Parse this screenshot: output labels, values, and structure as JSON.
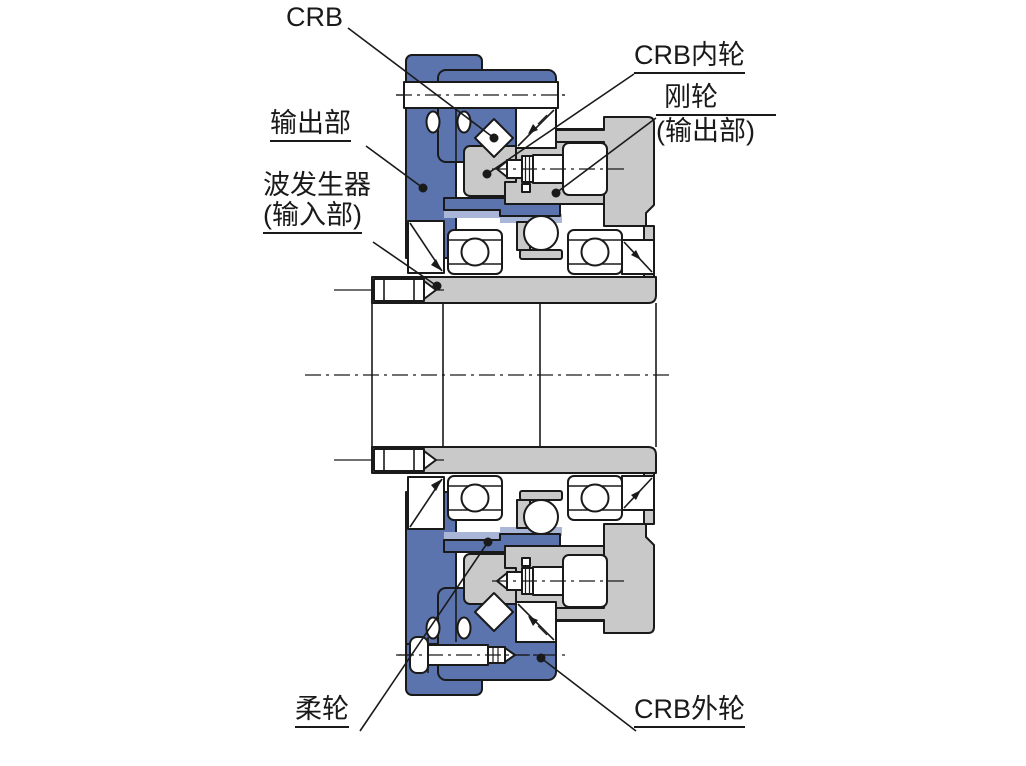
{
  "diagram": {
    "type": "mechanical-cross-section",
    "subject": "harmonic drive gear unit with crossed roller bearing",
    "labels": {
      "crb": {
        "text": "CRB"
      },
      "crb_inner_ring": {
        "text": "CRB内轮"
      },
      "rigid_wheel": {
        "line1": "刚轮",
        "line2": "(输出部)"
      },
      "output_part": {
        "text": "输出部"
      },
      "wave_generator": {
        "line1": "波发生器",
        "line2": "(输入部)"
      },
      "flex_wheel": {
        "text": "柔轮"
      },
      "crb_outer_ring": {
        "text": "CRB外轮"
      }
    },
    "colors": {
      "part_blue": "#5b74ae",
      "part_blue_light": "#a9b6d8",
      "part_gray": "#c9c9c9",
      "line_color": "#1a1a1a",
      "bg": "#ffffff"
    }
  }
}
